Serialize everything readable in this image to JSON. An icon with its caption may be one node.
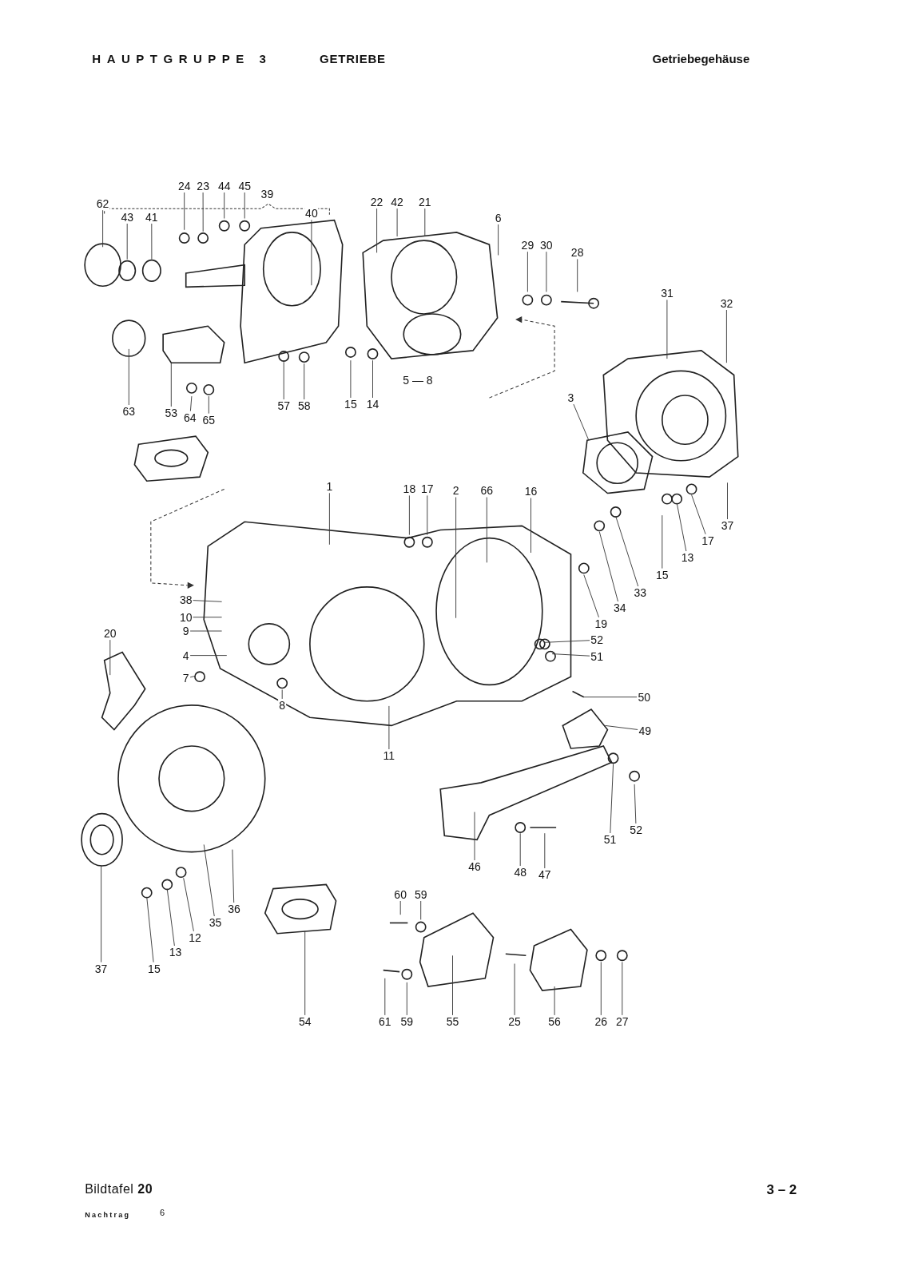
{
  "diagram": {
    "nodes": [
      {
        "text": [
          "24"
        ]
      },
      {
        "text": [
          "23"
        ]
      },
      {
        "text": [
          "44"
        ]
      },
      {
        "text": [
          "45"
        ]
      },
      {
        "text": [
          "62"
        ]
      },
      {
        "text": [
          "43"
        ]
      },
      {
        "text": [
          "41"
        ]
      },
      {
        "text": [
          "40"
        ]
      },
      {
        "text": [
          "22"
        ]
      },
      {
        "text": [
          "42"
        ]
      },
      {
        "text": [
          "21"
        ]
      },
      {
        "text": [
          "6"
        ]
      },
      {
        "text": [
          "29"
        ]
      },
      {
        "text": [
          "30"
        ]
      },
      {
        "text": [
          "28"
        ]
      },
      {
        "text": [
          "31"
        ]
      },
      {
        "text": [
          "32"
        ]
      },
      {
        "text": [
          "63"
        ]
      },
      {
        "text": [
          "53"
        ]
      },
      {
        "text": [
          "64"
        ]
      },
      {
        "text": [
          "65"
        ]
      },
      {
        "text": [
          "57"
        ]
      },
      {
        "text": [
          "58"
        ]
      },
      {
        "text": [
          "15"
        ]
      },
      {
        "text": [
          "14"
        ]
      },
      {
        "text": [
          "3"
        ]
      },
      {
        "text": [
          "1"
        ]
      },
      {
        "text": [
          "18"
        ]
      },
      {
        "text": [
          "17"
        ]
      },
      {
        "text": [
          "2"
        ]
      },
      {
        "text": [
          "66"
        ]
      },
      {
        "text": [
          "16"
        ]
      },
      {
        "text": [
          "37"
        ]
      },
      {
        "text": [
          "17"
        ]
      },
      {
        "text": [
          "13"
        ]
      },
      {
        "text": [
          "15"
        ]
      },
      {
        "text": [
          "33"
        ]
      },
      {
        "text": [
          "34"
        ]
      },
      {
        "text": [
          "19"
        ]
      },
      {
        "text": [
          "38"
        ]
      },
      {
        "text": [
          "10"
        ]
      },
      {
        "text": [
          "9"
        ]
      },
      {
        "text": [
          "20"
        ]
      },
      {
        "text": [
          "4"
        ]
      },
      {
        "text": [
          "7"
        ]
      },
      {
        "text": [
          "8"
        ]
      },
      {
        "text": [
          "11"
        ]
      },
      {
        "text": [
          "52"
        ]
      },
      {
        "text": [
          "51"
        ]
      },
      {
        "text": [
          "50"
        ]
      },
      {
        "text": [
          "49"
        ]
      },
      {
        "text": [
          "51"
        ]
      },
      {
        "text": [
          "52"
        ]
      },
      {
        "text": [
          "46"
        ]
      },
      {
        "text": [
          "48"
        ]
      },
      {
        "text": [
          "47"
        ]
      },
      {
        "text": [
          "37"
        ]
      },
      {
        "text": [
          "15"
        ]
      },
      {
        "text": [
          "13"
        ]
      },
      {
        "text": [
          "12"
        ]
      },
      {
        "text": [
          "35"
        ]
      },
      {
        "text": [
          "36"
        ]
      },
      {
        "text": [
          "54"
        ]
      },
      {
        "text": [
          "60"
        ]
      },
      {
        "text": [
          "59"
        ]
      },
      {
        "text": [
          "61"
        ]
      },
      {
        "text": [
          "59"
        ]
      },
      {
        "text": [
          "55"
        ]
      },
      {
        "text": [
          "25"
        ]
      },
      {
        "text": [
          "56"
        ]
      },
      {
        "text": [
          "26"
        ]
      },
      {
        "text": [
          "27"
        ]
      }
    ],
    "edges": [
      {
        "from": 0,
        "to": null,
        "arrow": "none"
      },
      {
        "from": 1,
        "to": null,
        "arrow": "none"
      },
      {
        "from": 2,
        "to": null,
        "arrow": "none"
      },
      {
        "from": 3,
        "to": null,
        "arrow": "none"
      },
      {
        "from": 4,
        "to": null,
        "arrow": "none"
      },
      {
        "from": 5,
        "to": null,
        "arrow": "none"
      },
      {
        "from": 6,
        "to": null,
        "arrow": "none"
      },
      {
        "from": 7,
        "to": null,
        "arrow": "none"
      },
      {
        "from": 8,
        "to": null,
        "arrow": "none"
      },
      {
        "from": 9,
        "to": null,
        "arrow": "none"
      },
      {
        "from": 10,
        "to": null,
        "arrow": "none"
      },
      {
        "from": 11,
        "to": null,
        "arrow": "none"
      },
      {
        "from": 12,
        "to": null,
        "arrow": "none"
      },
      {
        "from": 13,
        "to": null,
        "arrow": "none"
      },
      {
        "from": 14,
        "to": null,
        "arrow": "none"
      },
      {
        "from": 15,
        "to": null,
        "arrow": "none"
      },
      {
        "from": 16,
        "to": null,
        "arrow": "none"
      },
      {
        "from": 17,
        "to": null,
        "arrow": "none"
      },
      {
        "from": 18,
        "to": null,
        "arrow": "none"
      },
      {
        "from": 19,
        "to": null,
        "arrow": "none"
      },
      {
        "from": 20,
        "to": null,
        "arrow": "none"
      },
      {
        "from": 21,
        "to": null,
        "arrow": "none"
      },
      {
        "from": 22,
        "to": null,
        "arrow": "none"
      },
      {
        "from": 23,
        "to": null,
        "arrow": "none"
      },
      {
        "from": 24,
        "to": null,
        "arrow": "none"
      },
      {
        "from": 25,
        "to": null,
        "arrow": "none"
      },
      {
        "from": 26,
        "to": null,
        "arrow": "none"
      },
      {
        "from": 27,
        "to": null,
        "arrow": "none"
      },
      {
        "from": 28,
        "to": null,
        "arrow": "none"
      },
      {
        "from": 29,
        "to": null,
        "arrow": "none"
      },
      {
        "from": 30,
        "to": null,
        "arrow": "none"
      },
      {
        "from": 31,
        "to": null,
        "arrow": "none"
      },
      {
        "from": 32,
        "to": null,
        "arrow": "none"
      },
      {
        "from": 33,
        "to": null,
        "arrow": "none"
      },
      {
        "from": 34,
        "to": null,
        "arrow": "none"
      },
      {
        "from": 35,
        "to": null,
        "arrow": "none"
      },
      {
        "from": 36,
        "to": null,
        "arrow": "none"
      },
      {
        "from": 37,
        "to": null,
        "arrow": "none"
      },
      {
        "from": 38,
        "to": null,
        "arrow": "none"
      },
      {
        "from": 39,
        "to": null,
        "arrow": "none"
      },
      {
        "from": 40,
        "to": null,
        "arrow": "none"
      },
      {
        "from": 41,
        "to": null,
        "arrow": "none"
      },
      {
        "from": 42,
        "to": null,
        "arrow": "none"
      },
      {
        "from": 43,
        "to": null,
        "arrow": "none"
      },
      {
        "from": 44,
        "to": null,
        "arrow": "none"
      },
      {
        "from": 45,
        "to": null,
        "arrow": "none"
      },
      {
        "from": 46,
        "to": null,
        "arrow": "none"
      },
      {
        "from": 47,
        "to": null,
        "arrow": "none"
      },
      {
        "from": 48,
        "to": null,
        "arrow": "none"
      },
      {
        "from": 49,
        "to": null,
        "arrow": "none"
      },
      {
        "from": 50,
        "to": null,
        "arrow": "none"
      },
      {
        "from": 51,
        "to": null,
        "arrow": "none"
      },
      {
        "from": 52,
        "to": null,
        "arrow": "none"
      },
      {
        "from": 53,
        "to": null,
        "arrow": "none"
      },
      {
        "from": 54,
        "to": null,
        "arrow": "none"
      },
      {
        "from": 55,
        "to": null,
        "arrow": "none"
      },
      {
        "from": 56,
        "to": null,
        "arrow": "none"
      },
      {
        "from": 57,
        "to": null,
        "arrow": "none"
      },
      {
        "from": 58,
        "to": null,
        "arrow": "none"
      },
      {
        "from": 59,
        "to": null,
        "arrow": "none"
      },
      {
        "from": 60,
        "to": null,
        "arrow": "none"
      },
      {
        "from": 61,
        "to": null,
        "arrow": "none"
      },
      {
        "from": 62,
        "to": null,
        "arrow": "none"
      },
      {
        "from": 63,
        "to": null,
        "arrow": "none"
      },
      {
        "from": 64,
        "to": null,
        "arrow": "none"
      },
      {
        "from": 65,
        "to": null,
        "arrow": "none"
      },
      {
        "from": 66,
        "to": null,
        "arrow": "none"
      },
      {
        "from": 67,
        "to": null,
        "arrow": "none"
      },
      {
        "from": 68,
        "to": null,
        "arrow": "none"
      },
      {
        "from": 69,
        "to": null,
        "arrow": "none"
      },
      {
        "from": 70,
        "to": null,
        "arrow": "none"
      },
      {
        "from": 71,
        "to": null,
        "arrow": "none"
      }
    ],
    "labels": [
      "HAUPTGRUPPE 3",
      "GETRIEBE",
      "Getriebegehäuse",
      "39",
      "5 — 8",
      "Bildtafel **20**",
      "3 – 2",
      "Nachtrag",
      "6"
    ]
  }
}
